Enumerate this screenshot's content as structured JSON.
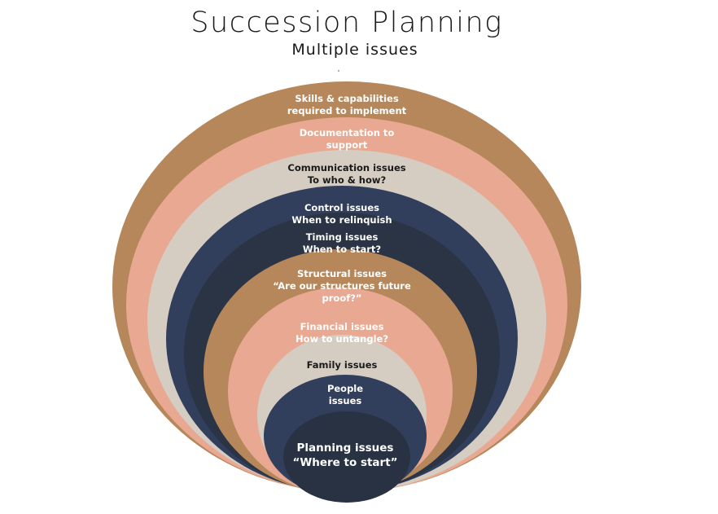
{
  "title": "Succession Planning",
  "subtitle": "Multiple issues",
  "colors": {
    "brown": "#b5875a",
    "salmon": "#e8a892",
    "beige": "#d5cdc1",
    "navy": "#323f5c",
    "dark_navy": "#2b3444",
    "darkest": "#283242"
  },
  "layers": [
    {
      "id": "skills",
      "lines": [
        "Skills & capabilities",
        "required to implement"
      ],
      "color": "#b5875a",
      "text_color": "#ffffff"
    },
    {
      "id": "documentation",
      "lines": [
        "Documentation to",
        "support"
      ],
      "color": "#e8a892",
      "text_color": "#ffffff"
    },
    {
      "id": "communication",
      "lines": [
        "Communication issues",
        "To who & how?"
      ],
      "color": "#d5cdc1",
      "text_color": "#1a1a1a"
    },
    {
      "id": "control",
      "lines": [
        "Control issues",
        "When to relinquish"
      ],
      "color": "#323f5c",
      "text_color": "#ffffff"
    },
    {
      "id": "timing",
      "lines": [
        "Timing issues",
        "When to start?"
      ],
      "color": "#2b3444",
      "text_color": "#ffffff"
    },
    {
      "id": "structural",
      "lines": [
        "Structural issues",
        "“Are our structures future",
        "proof?”"
      ],
      "color": "#b5875a",
      "text_color": "#ffffff"
    },
    {
      "id": "financial",
      "lines": [
        "Financial issues",
        "How to untangle?"
      ],
      "color": "#e8a892",
      "text_color": "#ffffff"
    },
    {
      "id": "family",
      "lines": [
        "Family issues"
      ],
      "color": "#d5cdc1",
      "text_color": "#1a1a1a"
    },
    {
      "id": "people",
      "lines": [
        "People",
        "issues"
      ],
      "color": "#323f5c",
      "text_color": "#ffffff"
    },
    {
      "id": "planning",
      "lines": [
        "Planning issues",
        "“Where to start”"
      ],
      "color": "#283242",
      "text_color": "#ffffff"
    }
  ]
}
